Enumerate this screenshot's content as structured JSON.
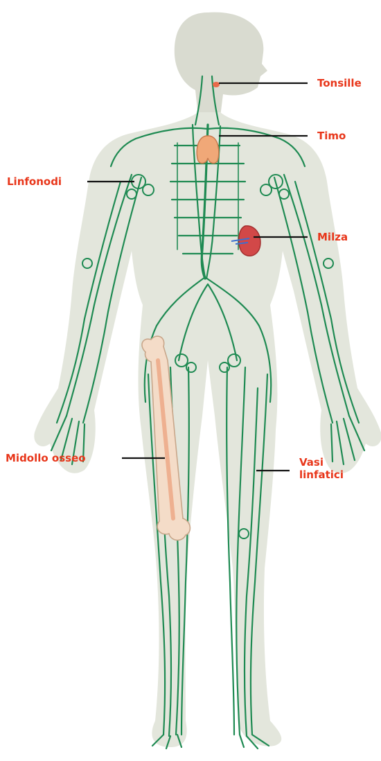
{
  "colors": {
    "background": "#ffffff",
    "body_silhouette": "#e3e6dc",
    "head_silhouette": "#d9dbd0",
    "lymph_vessels": "#1e8a52",
    "label_text": "#e8361a",
    "leader_lines": "#111111",
    "thymus": "#f0a878",
    "spleen": "#d24848",
    "bone": "#f4dcc8",
    "marrow": "#eeb090"
  },
  "labels": {
    "tonsils": "Tonsille",
    "thymus": "Timo",
    "lymph_nodes": "Linfonodi",
    "spleen": "Milza",
    "bone_marrow": "Midollo osseo",
    "lymph_vessels_line1": "Vasi",
    "lymph_vessels_line2": "linfatici"
  },
  "icons": [
    "tonsils-icon",
    "thymus-icon",
    "spleen-icon",
    "femur-bone-icon"
  ]
}
